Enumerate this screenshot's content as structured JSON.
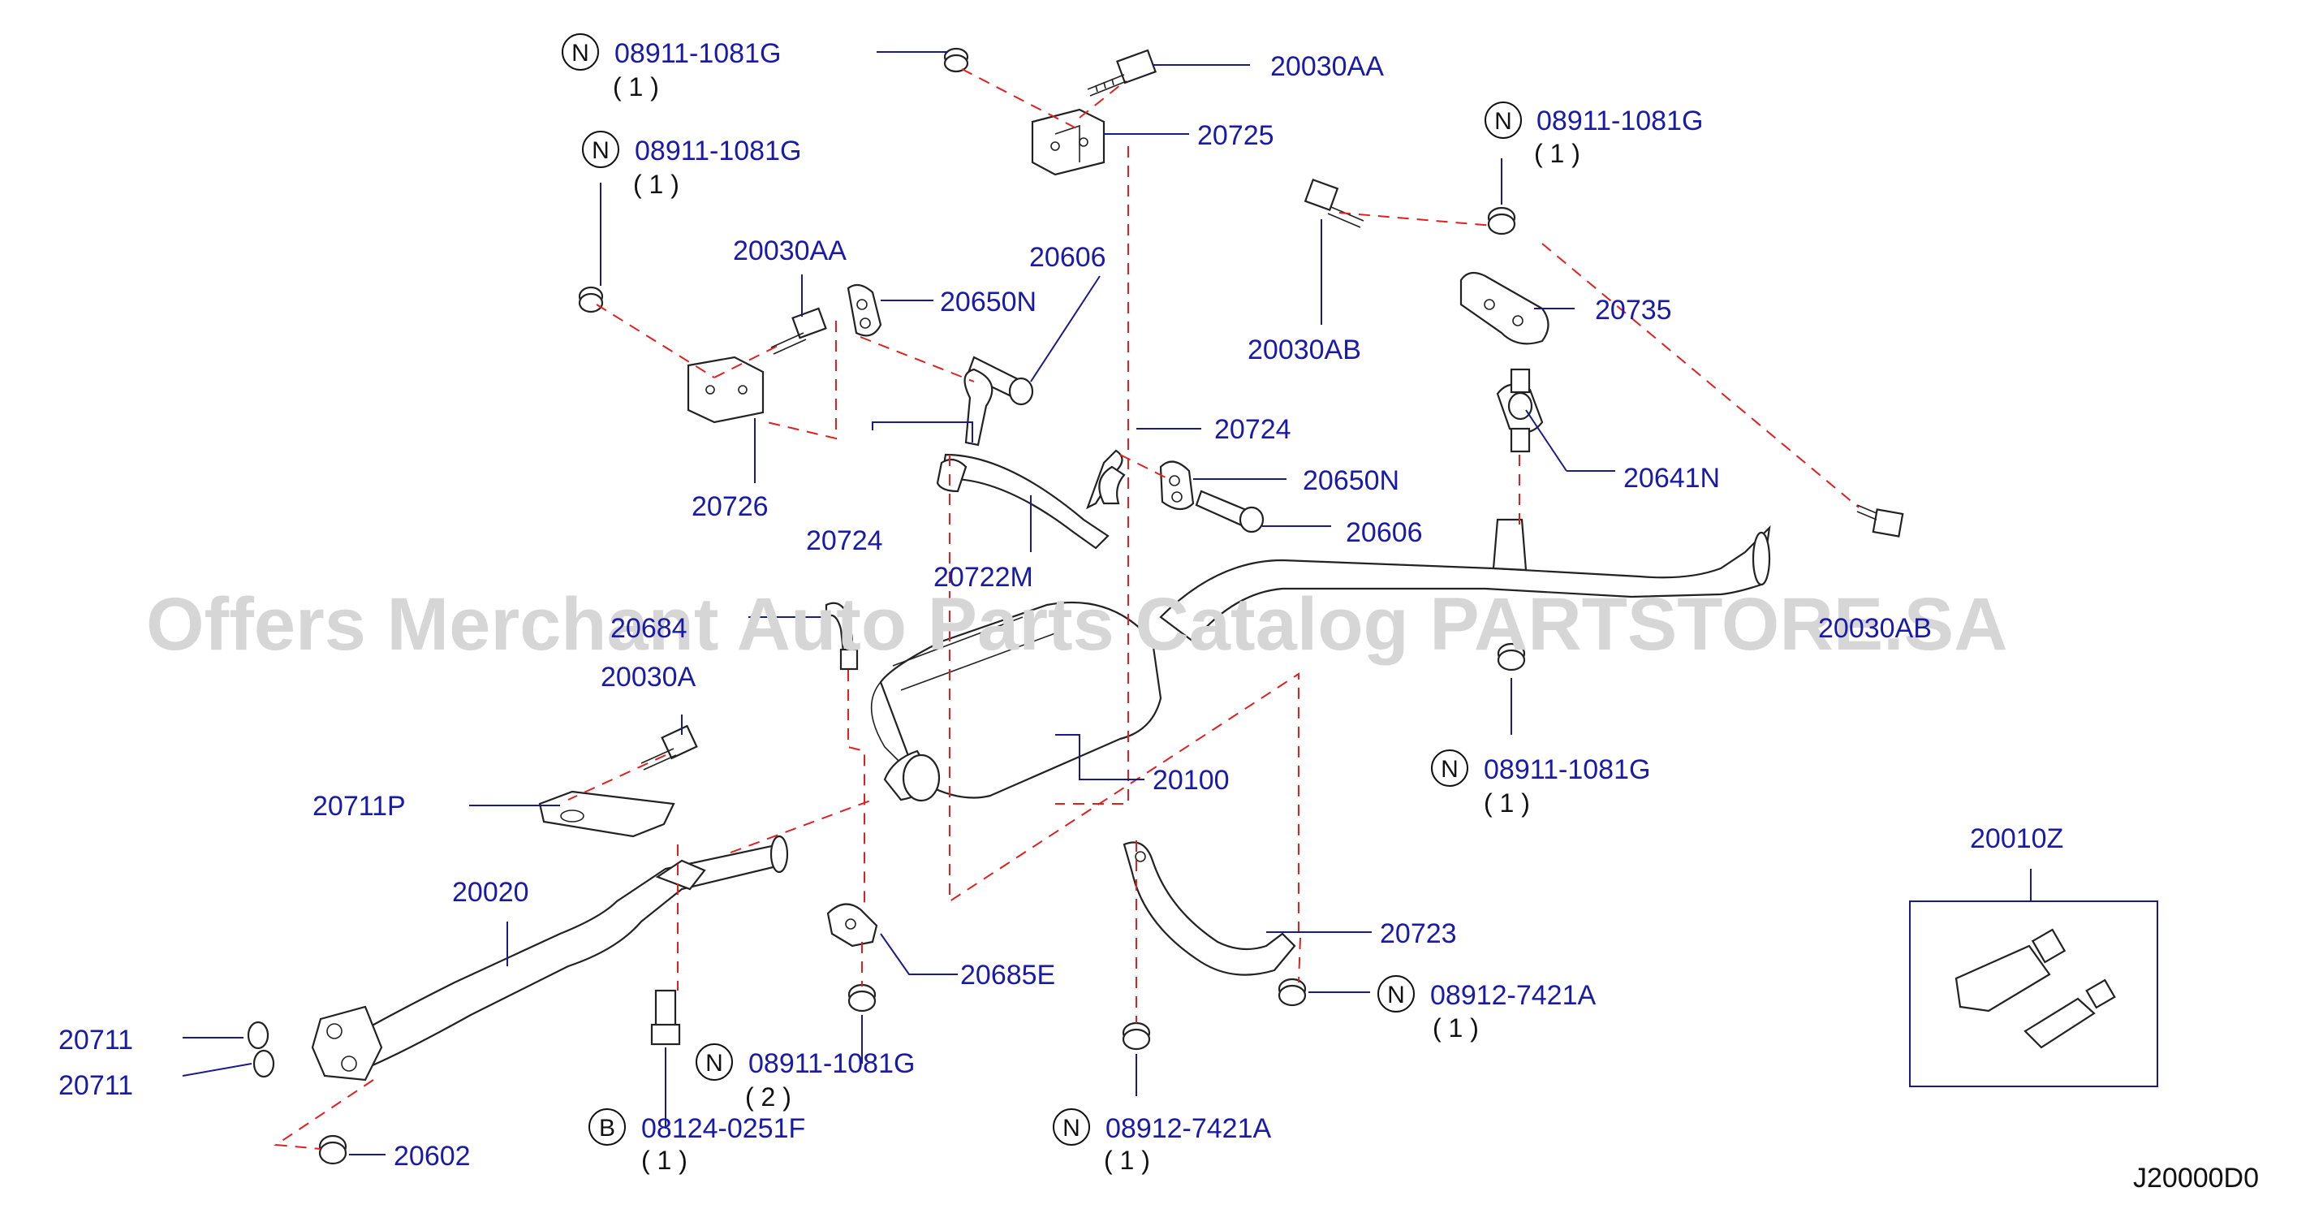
{
  "watermark": "Offers Merchant Auto Parts Catalog PARTSTORE.SA",
  "diagram_code": "J20000D0",
  "callouts": [
    {
      "id": "c1",
      "symbol": "N",
      "part": "08911-1081G",
      "qty": "( 1 )"
    },
    {
      "id": "c2",
      "symbol": "",
      "part": "20030AA",
      "qty": ""
    },
    {
      "id": "c3",
      "symbol": "",
      "part": "20725",
      "qty": ""
    },
    {
      "id": "c4",
      "symbol": "N",
      "part": "08911-1081G",
      "qty": "( 1 )"
    },
    {
      "id": "c5",
      "symbol": "N",
      "part": "08911-1081G",
      "qty": "( 1 )"
    },
    {
      "id": "c6",
      "symbol": "",
      "part": "20030AA",
      "qty": ""
    },
    {
      "id": "c7",
      "symbol": "",
      "part": "20650N",
      "qty": ""
    },
    {
      "id": "c8",
      "symbol": "",
      "part": "20606",
      "qty": ""
    },
    {
      "id": "c9",
      "symbol": "",
      "part": "20030AB",
      "qty": ""
    },
    {
      "id": "c10",
      "symbol": "",
      "part": "20735",
      "qty": ""
    },
    {
      "id": "c11",
      "symbol": "",
      "part": "20726",
      "qty": ""
    },
    {
      "id": "c12",
      "symbol": "",
      "part": "20724",
      "qty": ""
    },
    {
      "id": "c13",
      "symbol": "",
      "part": "20724",
      "qty": ""
    },
    {
      "id": "c14",
      "symbol": "",
      "part": "20650N",
      "qty": ""
    },
    {
      "id": "c15",
      "symbol": "",
      "part": "20641N",
      "qty": ""
    },
    {
      "id": "c16",
      "symbol": "",
      "part": "20606",
      "qty": ""
    },
    {
      "id": "c17",
      "symbol": "",
      "part": "20722M",
      "qty": ""
    },
    {
      "id": "c18",
      "symbol": "",
      "part": "20684",
      "qty": ""
    },
    {
      "id": "c19",
      "symbol": "",
      "part": "20030AB",
      "qty": ""
    },
    {
      "id": "c20",
      "symbol": "",
      "part": "20030A",
      "qty": ""
    },
    {
      "id": "c21",
      "symbol": "N",
      "part": "08911-1081G",
      "qty": "( 1 )"
    },
    {
      "id": "c22",
      "symbol": "",
      "part": "20100",
      "qty": ""
    },
    {
      "id": "c23",
      "symbol": "",
      "part": "20711P",
      "qty": ""
    },
    {
      "id": "c24",
      "symbol": "",
      "part": "20010Z",
      "qty": ""
    },
    {
      "id": "c25",
      "symbol": "",
      "part": "20020",
      "qty": ""
    },
    {
      "id": "c26",
      "symbol": "",
      "part": "20723",
      "qty": ""
    },
    {
      "id": "c27",
      "symbol": "",
      "part": "20685E",
      "qty": ""
    },
    {
      "id": "c28",
      "symbol": "N",
      "part": "08912-7421A",
      "qty": "( 1 )"
    },
    {
      "id": "c29",
      "symbol": "",
      "part": "20711",
      "qty": ""
    },
    {
      "id": "c30",
      "symbol": "",
      "part": "20711",
      "qty": ""
    },
    {
      "id": "c31",
      "symbol": "N",
      "part": "08911-1081G",
      "qty": "( 2 )"
    },
    {
      "id": "c32",
      "symbol": "B",
      "part": "08124-0251F",
      "qty": "( 1 )"
    },
    {
      "id": "c33",
      "symbol": "N",
      "part": "08912-7421A",
      "qty": "( 1 )"
    },
    {
      "id": "c34",
      "symbol": "",
      "part": "20602",
      "qty": ""
    }
  ]
}
